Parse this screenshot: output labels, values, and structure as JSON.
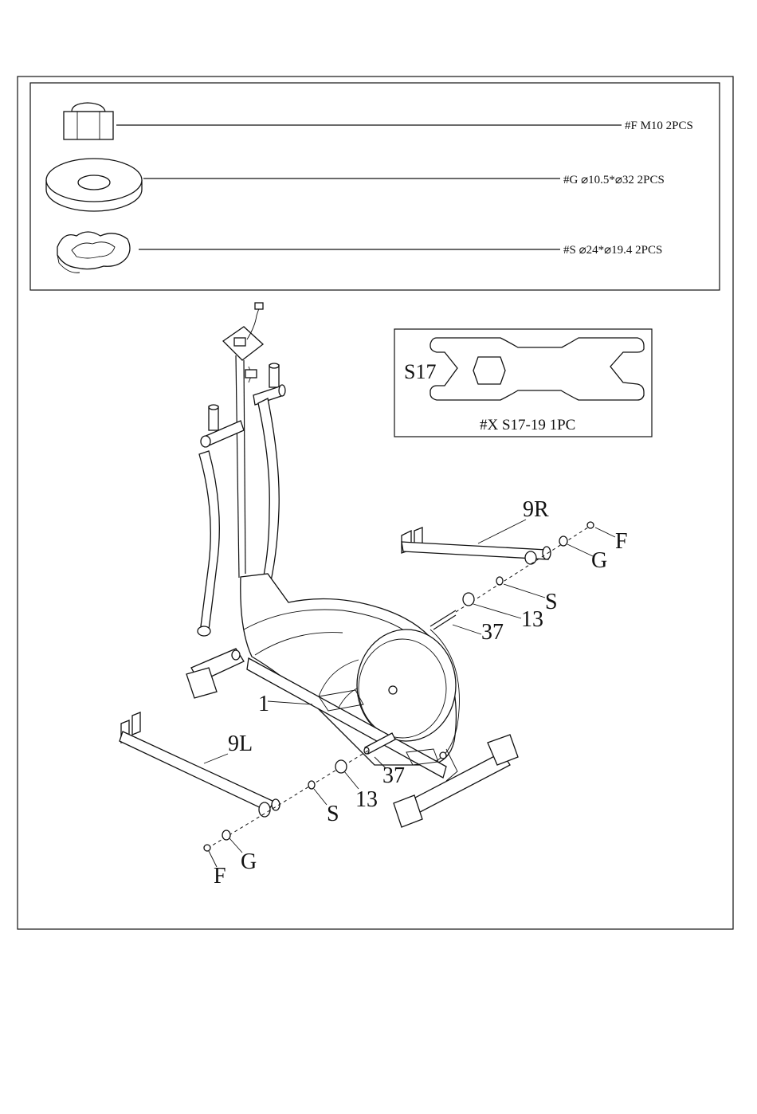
{
  "hardware": [
    {
      "id": "nut",
      "label": "#F  M10  2PCS",
      "icon": "nut-icon"
    },
    {
      "id": "washer",
      "label": "#G  ⌀10.5*⌀32  2PCS",
      "icon": "flat-washer-icon"
    },
    {
      "id": "spring",
      "label": "#S  ⌀24*⌀19.4  2PCS",
      "icon": "wave-washer-icon"
    }
  ],
  "wrench": {
    "size_label": "S17",
    "caption": "#X  S17-19  1PC",
    "icon": "wrench-icon"
  },
  "callouts": {
    "p9r": "9R",
    "p9l": "9L",
    "f_right": "F",
    "g_right": "G",
    "s_right": "S",
    "p13_right": "13",
    "p37_right": "37",
    "p1": "1",
    "p37_left": "37",
    "p13_left": "13",
    "s_left": "S",
    "g_left": "G",
    "f_left": "F"
  }
}
